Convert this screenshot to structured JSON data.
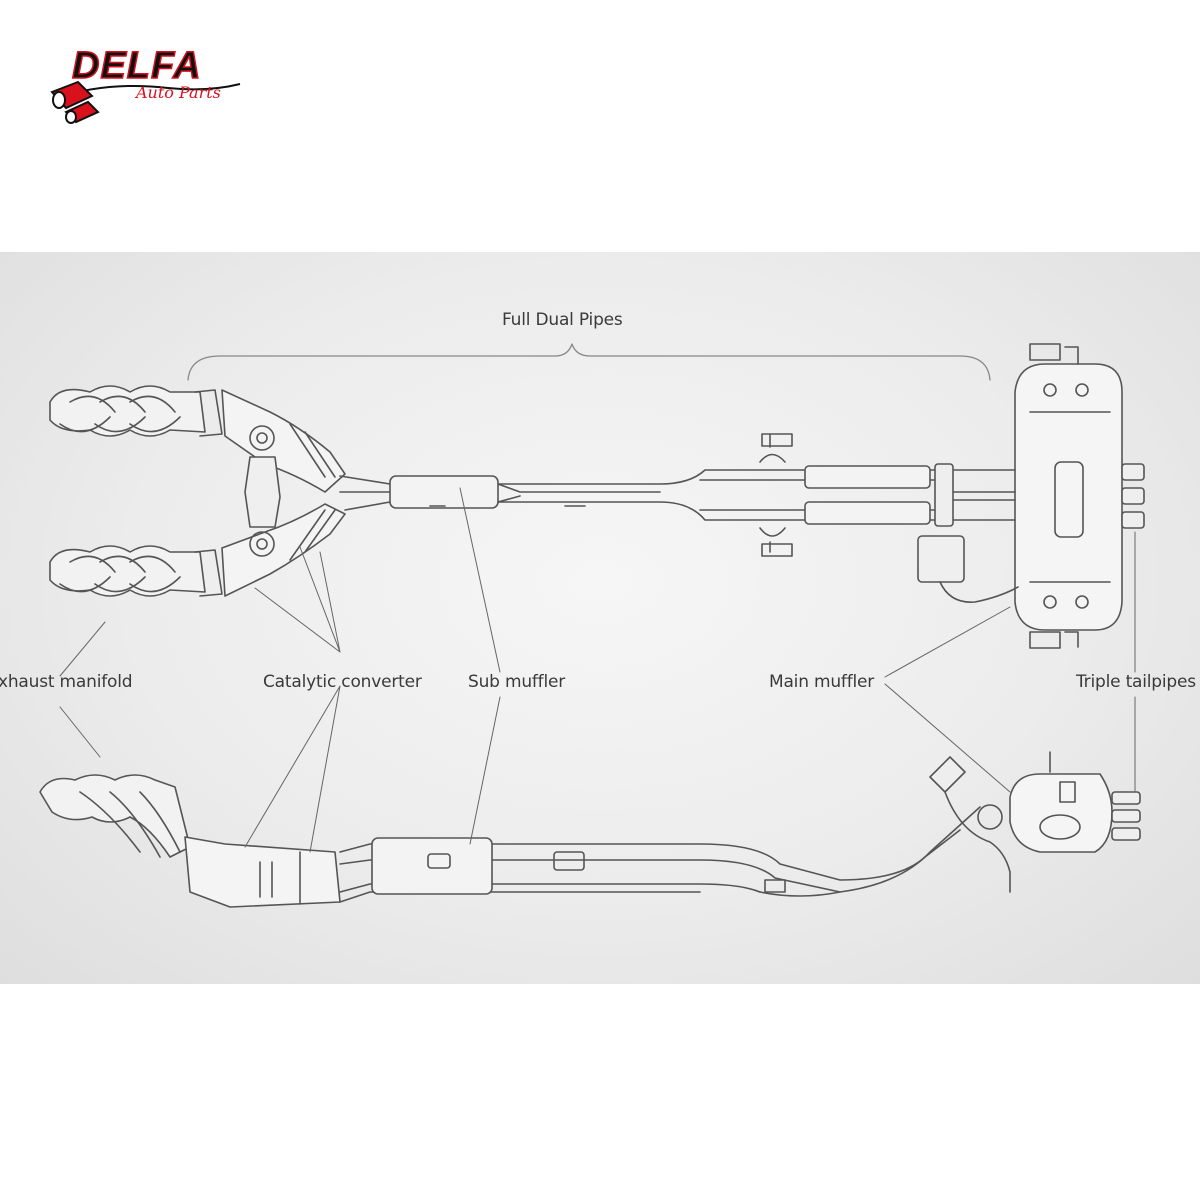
{
  "logo": {
    "brand": "DELFA",
    "tagline": "Auto Parts",
    "colors": {
      "red": "#d8111d",
      "black": "#111111"
    }
  },
  "diagram": {
    "labels": {
      "full_dual_pipes": "Full Dual Pipes",
      "exhaust_manifold": "xhaust manifold",
      "catalytic_converter": "Catalytic converter",
      "sub_muffler": "Sub muffler",
      "main_muffler": "Main muffler",
      "triple_tailpipes": "Triple tailpipes"
    },
    "colors": {
      "background": "#e9e9e9",
      "line": "#555555",
      "label": "#3a3a3a"
    }
  }
}
